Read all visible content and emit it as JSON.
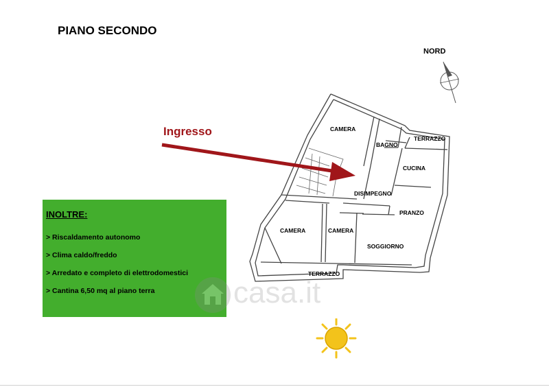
{
  "title": "PIANO SECONDO",
  "compass_label": "NORD",
  "entrance_label": "Ingresso",
  "rooms": {
    "camera_top": "CAMERA",
    "bagno": "BAGNO",
    "terrazzo_top": "TERRAZZO",
    "cucina": "CUCINA",
    "disimpegno": "DISIMPEGNO",
    "pranzo": "PRANZO",
    "camera_left": "CAMERA",
    "camera_mid": "CAMERA",
    "soggiorno": "SOGGIORNO",
    "terrazzo_bottom": "TERRAZZO"
  },
  "features": {
    "heading": "INOLTRE:",
    "items": [
      "> Riscaldamento autonomo",
      "> Clima caldo/freddo",
      "> Arredato e completo di elettrodomestici",
      "> Cantina 6,50 mq al piano terra"
    ]
  },
  "watermark": "casa.it",
  "colors": {
    "panel": "#43ae2d",
    "arrow": "#a0161a",
    "sun": "#f3c31b"
  },
  "icons": [
    "compass-icon",
    "arrow-icon",
    "sun-icon",
    "house-logo-icon"
  ]
}
